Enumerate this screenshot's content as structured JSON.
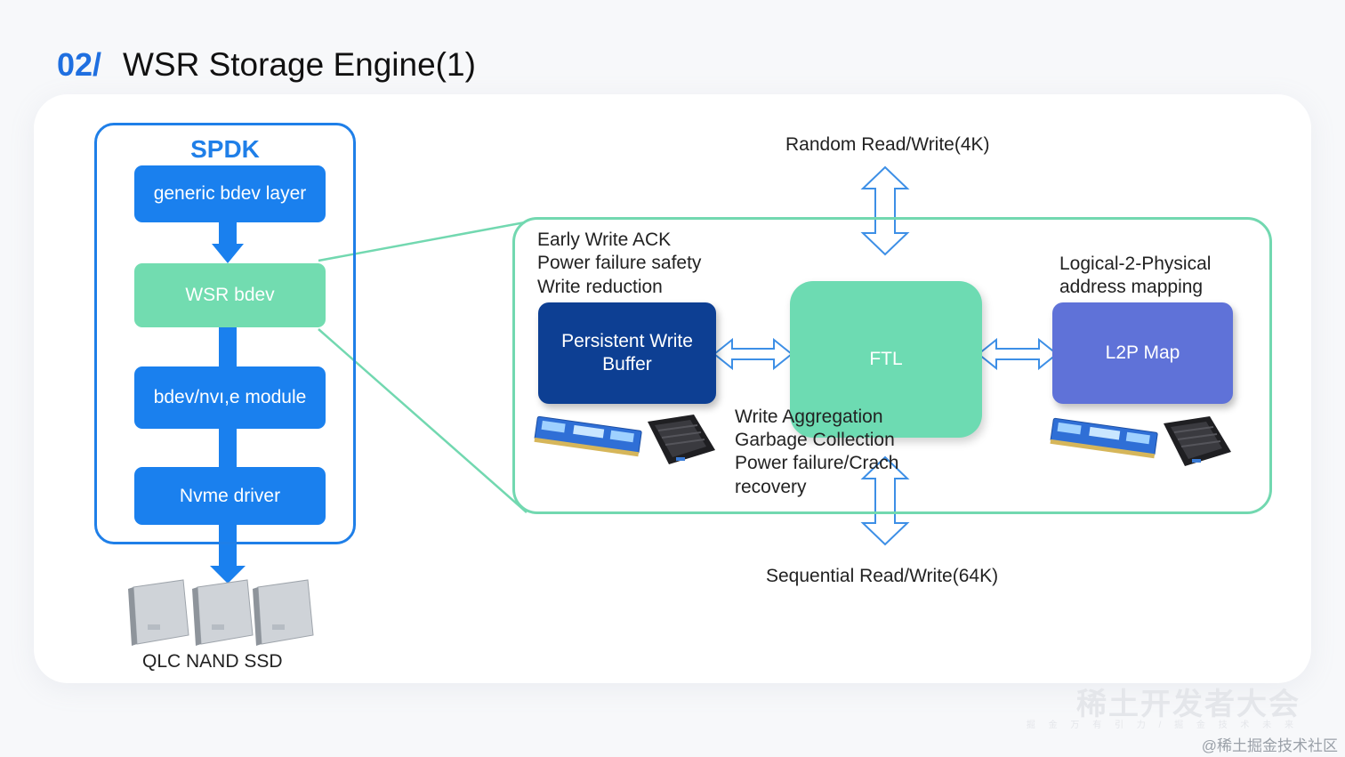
{
  "title": {
    "number": "02/",
    "text": "WSR Storage Engine(1)"
  },
  "spdk": {
    "title": "SPDK",
    "layers": [
      "generic bdev layer",
      "WSR bdev",
      "bdev/nvı,e module",
      "Nvme driver"
    ]
  },
  "ssd_label": "QLC NAND SSD",
  "random_io": "Random Read/Write(4K)",
  "sequential_io": "Sequential Read/Write(64K)",
  "pwb": {
    "notes": [
      "Early Write ACK",
      "Power failure safety",
      "Write reduction"
    ],
    "label_line1": "Persistent Write",
    "label_line2": "Buffer"
  },
  "ftl": {
    "label": "FTL",
    "notes": [
      "Write Aggregation",
      "Garbage Collection",
      "Power failure/Crach",
      "recovery"
    ]
  },
  "l2p": {
    "notes": [
      "Logical-2-Physical",
      "address mapping"
    ],
    "label": "L2P Map"
  },
  "watermark": {
    "main": "稀土开发者大会",
    "sub": "掘 金 万 有 引 力 / 掘 金 技 术 未 来"
  },
  "credit": "@稀土掘金技术社区",
  "colors": {
    "accent_blue": "#1a80ee",
    "mint": "#72dcb0",
    "navy": "#0d3f93",
    "periwinkle": "#5f72d8"
  }
}
